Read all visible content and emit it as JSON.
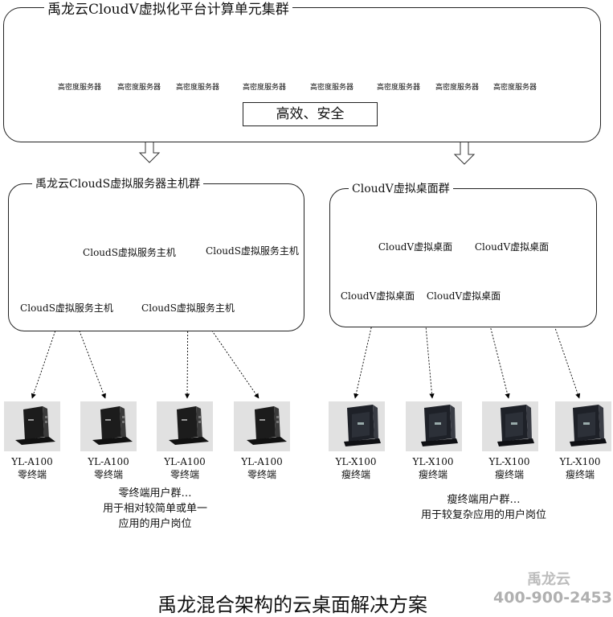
{
  "cluster": {
    "title": "禹龙云CloudV虚拟化平台计算单元集群",
    "server_label": "高密度服务器",
    "slogan": "高效、安全"
  },
  "clouds_group": {
    "title": "禹龙云CloudS虚拟服务器主机群",
    "host_label": "CloudS虚拟服务主机"
  },
  "cloudv_group": {
    "title": "CloudV虚拟桌面群",
    "desktop_label": "CloudV虚拟桌面"
  },
  "zero_clients": {
    "model": "YL-A100",
    "type": "零终端",
    "note": [
      "零终端用户群…",
      "用于相对较简单或单一",
      "应用的用户岗位"
    ]
  },
  "thin_clients": {
    "model": "YL-X100",
    "type": "瘦终端",
    "note": [
      "瘦终端用户群…",
      "用于较复杂应用的用户岗位"
    ]
  },
  "footer": {
    "title": "禹龙混合架构的云桌面解决方案",
    "watermark_name": "禹龙云",
    "watermark_phone": "400-900-2453"
  },
  "colors": {
    "accent_red": "#b3262a",
    "monitor_screen": "#3f48c8",
    "terminal_bg": "#e1e1e1"
  },
  "icons": [
    "high-density-server-icon",
    "tower-server-icon",
    "desktop-monitor-icon",
    "zero-client-device-icon",
    "thin-client-device-icon"
  ]
}
